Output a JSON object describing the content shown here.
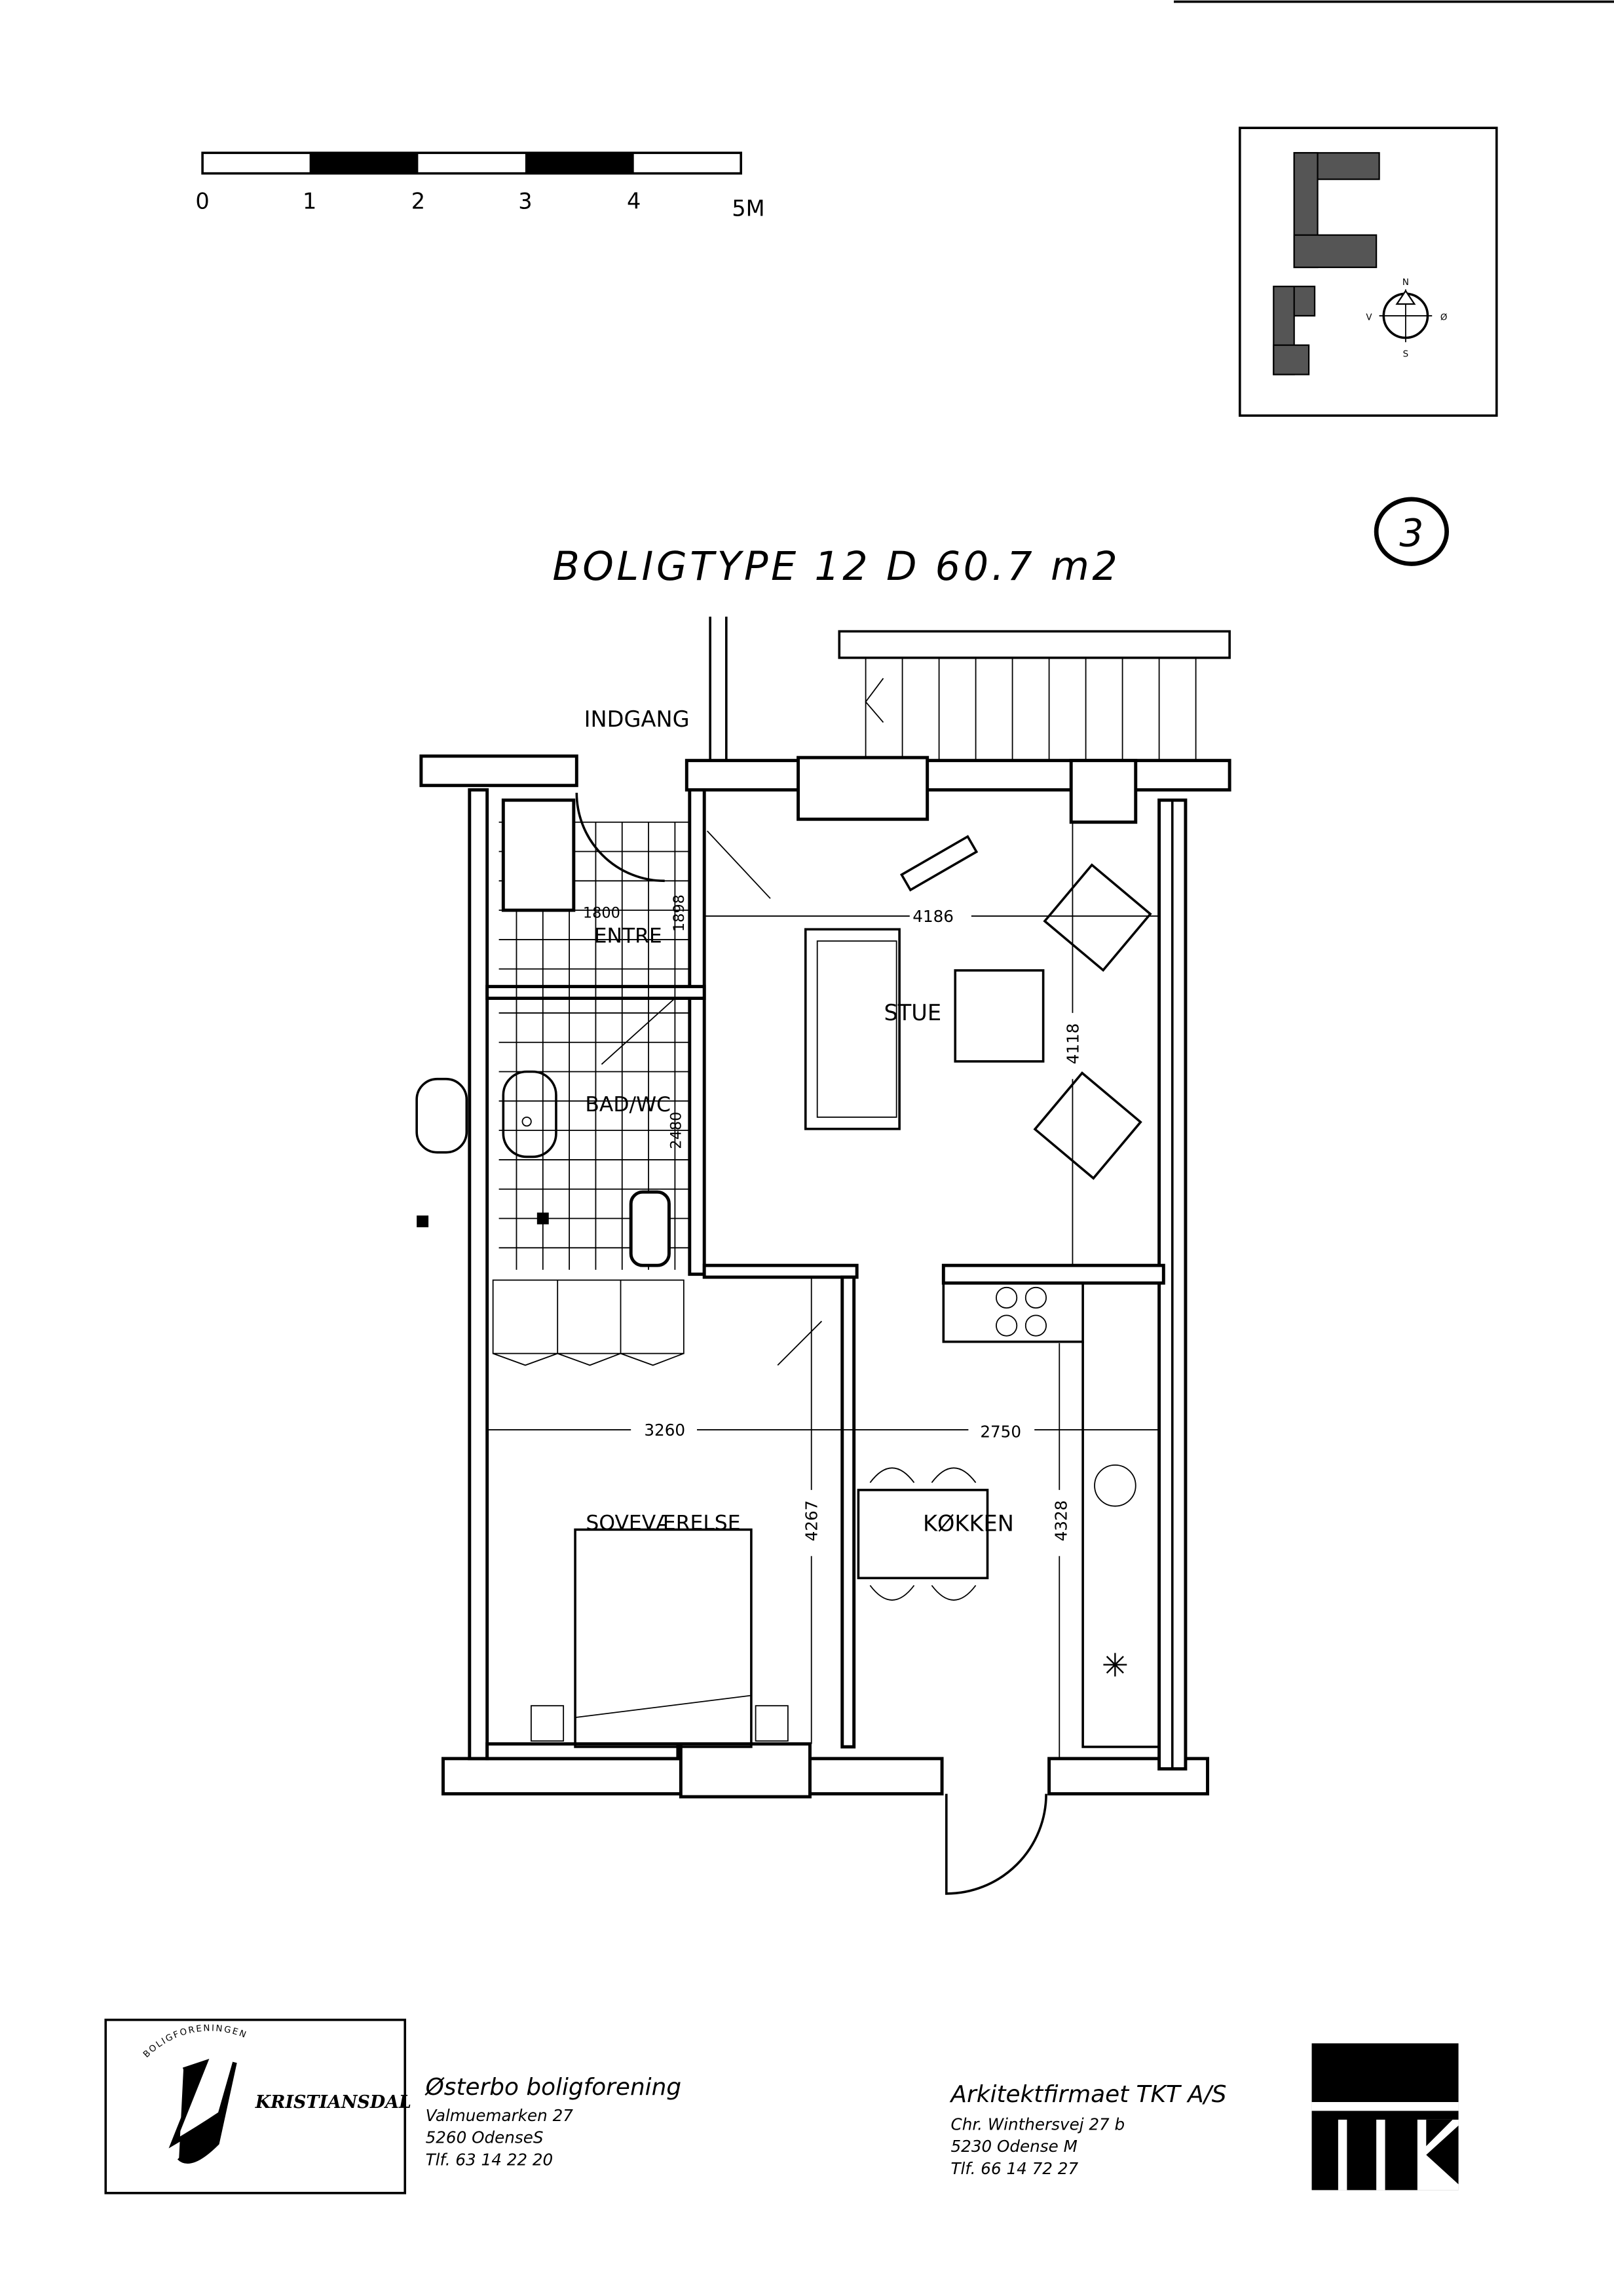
{
  "scale_bar": {
    "labels": [
      "0",
      "1",
      "2",
      "3",
      "4",
      "5M"
    ]
  },
  "title": "BOLIGTYPE 12 D 60.7 m2",
  "sheet_number": "3",
  "compass": {
    "n": "N",
    "v": "V",
    "o": "Ø",
    "s": "S"
  },
  "rooms": {
    "indgang": "INDGANG",
    "entre": "ENTRE",
    "badwc": "BAD/WC",
    "stue": "STUE",
    "sovevaerelse": "SOVEVÆRELSE",
    "kokken": "KØKKEN"
  },
  "dimensions": {
    "entre_w": "1800",
    "entre_h": "1898",
    "bad_h": "2480",
    "stue_w": "4186",
    "stue_h": "4118",
    "sove_w": "3260",
    "kokken_w": "2750",
    "sove_h": "4267",
    "kokken_h": "4328"
  },
  "client": {
    "logo_text": "KRISTIANSDAL",
    "logo_arc": "BOLIGFORENINGEN",
    "name": "Østerbo boligforening",
    "address1": "Valmuemarken 27",
    "address2": "5260 OdenseS",
    "phone": "Tlf. 63 14 22 20"
  },
  "architect": {
    "name": "Arkitektfirmaet TKT A/S",
    "address1": "Chr. Winthersvej 27 b",
    "address2": "5230 Odense M",
    "phone": "Tlf. 66 14 72 27"
  }
}
